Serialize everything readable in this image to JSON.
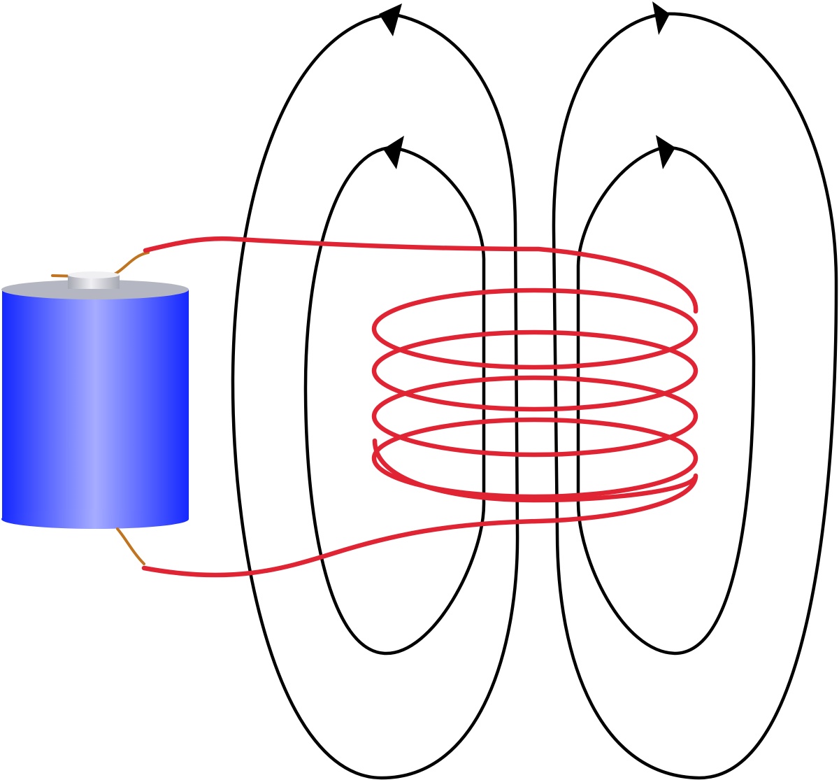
{
  "diagram": {
    "subject": "solenoid-magnetic-field",
    "colors": {
      "background": "#ffffff",
      "field_line": "#000000",
      "coil_wire": "#e02434",
      "lead_wire": "#c07420",
      "battery_blue": "#1428ff",
      "battery_highlight": "#a6acff",
      "battery_top": "#b4b7c2",
      "terminal_light": "#f0f0f3",
      "terminal_shade": "#a6a8b2"
    },
    "coil": {
      "turns": 5
    },
    "field_lines": {
      "count": 4,
      "direction": "upward-outside-coil"
    },
    "icons": {
      "battery": "battery-icon",
      "arrow": "arrow-head-icon"
    }
  }
}
